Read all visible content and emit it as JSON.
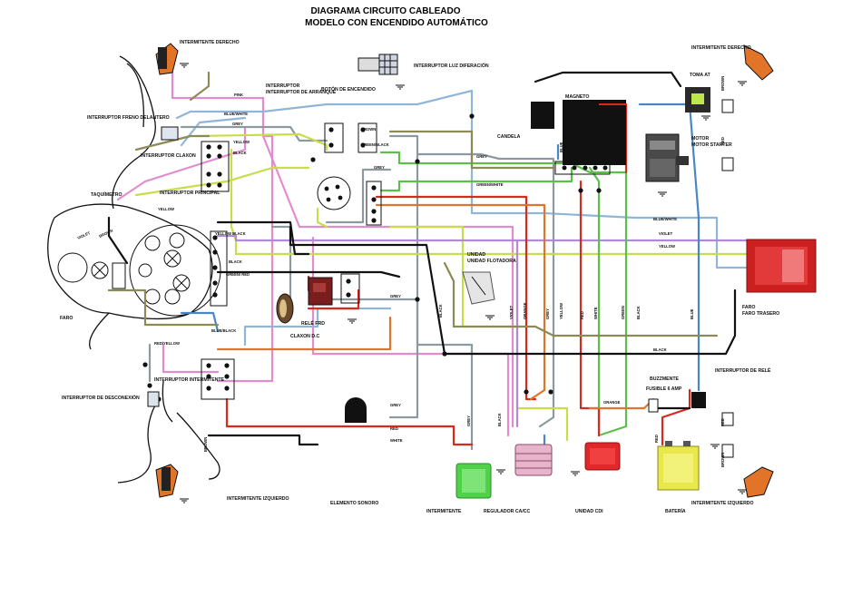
{
  "title": {
    "line1": "DIAGRAMA CIRCUITO CABLEADO",
    "line2": "MODELO CON ENCENDIDO AUTOMÁTICO"
  },
  "components": {
    "front_right_indicator": "INTERMITENTE DERECHO",
    "horn_switch_light_dimmer": "INTERRUPTOR LUZ DIFERACIÓN",
    "start_switch": "INTERRUPTOR DE ARRANQUE",
    "ignition_button": "BOTÓN DE ENCENDIDO",
    "front_brake_switch": "INTERRUPTOR FRENO DELANTERO",
    "horn_switch": "INTERRUPTOR CLAXON",
    "main_switch": "INTERRUPTOR PRINCIPAL",
    "speedometer": "TAQUÍMETRO",
    "headlight": "FARO",
    "kill_switch": "INTERRUPTOR DE DESCONEXIÓN",
    "indicator_switch": "INTERRUPTOR INTERMITENTE",
    "horn": "CLAXON D.C",
    "relay": "RELÉ FRD",
    "fuel_unit": "UNIDAD FLOTADORA",
    "buzzer": "ELEMENTO SONORO",
    "flasher": "INTERMITENTE",
    "regulator": "REGULADOR CA/CC",
    "cdi": "UNIDAD CDI",
    "battery": "BATERÍA",
    "fuse": "FUSIBLE 6 AMP",
    "starter_relay": "INTERRUPTOR DE RELÉ",
    "rear_light": "FARO TRASERO",
    "starter_motor": "MOTOR STARTER",
    "ground_at": "TOMA AT",
    "magneto": "MAGNETO",
    "spark_plug": "CANDELA",
    "rear_right_indicator": "INTERMITENTE DERECHO",
    "rear_left_indicator": "INTERMITENTE IZQUIERDO",
    "front_left_indicator": "INTERMITENTE IZQUIERDO",
    "buzzer_rear": "BUZZMENTE"
  },
  "wire_labels": {
    "pink": "PINK",
    "blue_white": "BLUE/WHITE",
    "grey": "GREY",
    "yellow": "YELLOW",
    "black": "BLACK",
    "brown": "BROWN",
    "green_black": "GREEN/BLACK",
    "green_white": "GREEN/WHITE",
    "violet": "VIOLET",
    "yellow_black": "YELLOW BLACK",
    "green_red": "GREEN/ RED",
    "red_yellow": "RED/YELLOW",
    "blue_black": "BLUE/BLACK",
    "red": "RED",
    "white": "WHITE",
    "orange": "ORANGE",
    "blue": "BLUE",
    "green": "GREEN"
  },
  "colors": {
    "pink": "#e48bd0",
    "blue_white": "#8fb6d8",
    "grey": "#8c9aa0",
    "yellow": "#c9dc4a",
    "black": "#111111",
    "brown": "#8a6a3a",
    "green": "#5bbf4a",
    "red": "#d62a1e",
    "orange": "#e2742a",
    "blue": "#4a86c6",
    "violet": "#b08ad8",
    "olive": "#8c8a55"
  }
}
